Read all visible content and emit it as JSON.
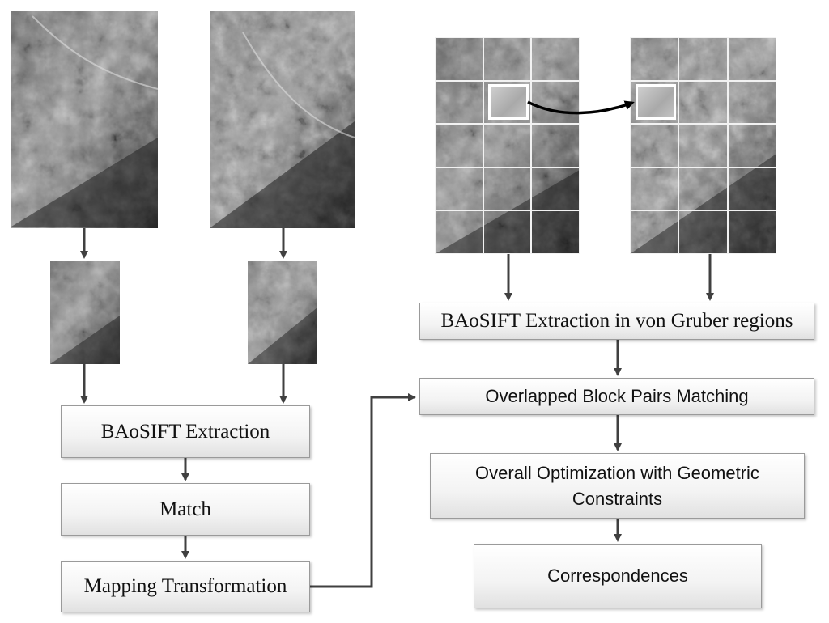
{
  "diagram": {
    "boxes": {
      "baosift_extraction": "BAoSIFT Extraction",
      "match": "Match",
      "mapping_transformation": "Mapping Transformation",
      "baosift_von_gruber": "BAoSIFT Extraction in von Gruber regions",
      "overlapped_block_pairs": "Overlapped Block Pairs Matching",
      "overall_optimization_line1": "Overall Optimization with Geometric",
      "overall_optimization_line2": "Constraints",
      "correspondences": "Correspondences"
    },
    "colors": {
      "box_border": "#9a9a9a",
      "arrow": "#404040",
      "grid_line": "#f2f2f2"
    }
  }
}
